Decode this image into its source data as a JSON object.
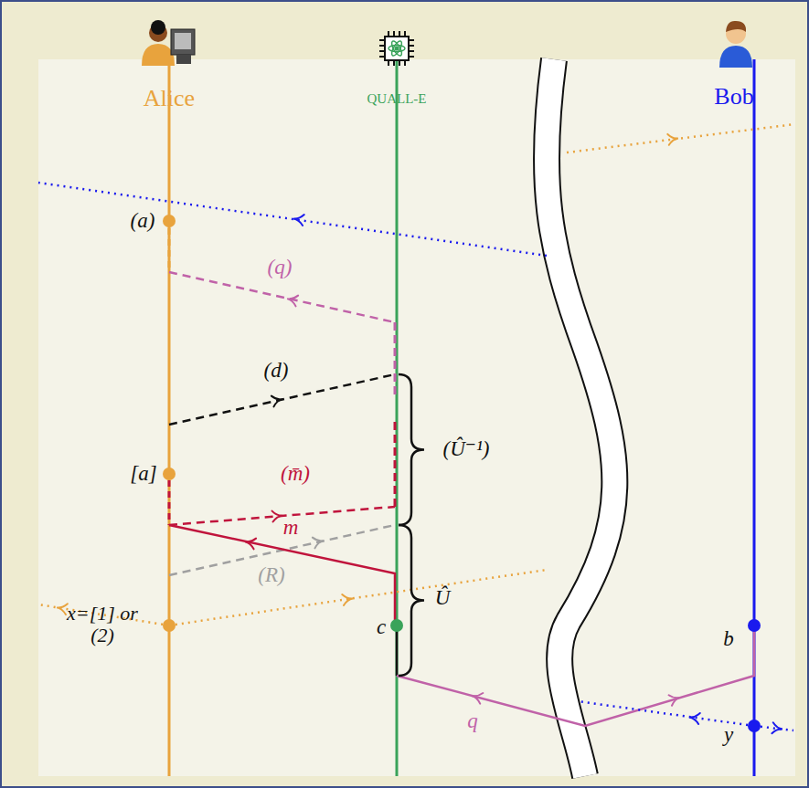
{
  "diagram": {
    "labels": [
      "Alice",
      "QUALL-E",
      "Bob",
      "(a)",
      "(q)",
      "(d)",
      "[a]",
      "(m̄)",
      "m",
      "(R)",
      "x=[1] or (2)",
      "(Û⁻¹)",
      "Û",
      "c",
      "b",
      "y",
      "q"
    ]
  }
}
